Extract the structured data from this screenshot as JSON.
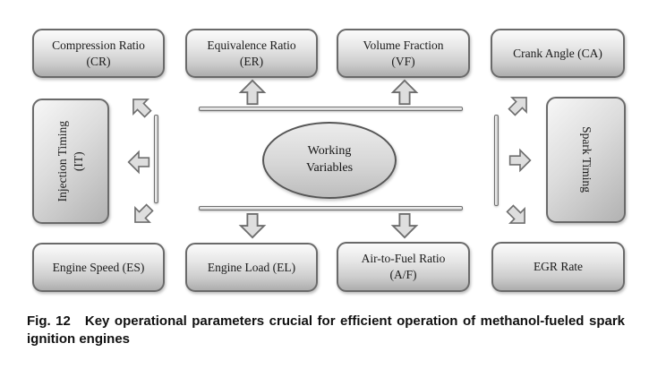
{
  "center": {
    "line1": "Working",
    "line2": "Variables"
  },
  "boxes": {
    "compression_ratio": {
      "line1": "Compression Ratio",
      "line2": "(CR)"
    },
    "equivalence_ratio": {
      "line1": "Equivalence Ratio",
      "line2": "(ER)"
    },
    "volume_fraction": {
      "line1": "Volume Fraction",
      "line2": "(VF)"
    },
    "crank_angle": {
      "line1": "Crank Angle (CA)"
    },
    "injection_timing": {
      "line1": "Injection Timing",
      "line2": "(IT)"
    },
    "spark_timing": {
      "line1": "Spark Timing"
    },
    "engine_speed": {
      "line1": "Engine Speed (ES)"
    },
    "engine_load": {
      "line1": "Engine Load (EL)"
    },
    "air_to_fuel": {
      "line1": "Air-to-Fuel Ratio",
      "line2": "(A/F)"
    },
    "egr_rate": {
      "line1": "EGR Rate"
    }
  },
  "caption": {
    "label": "Fig. 12",
    "line1": "Key operational parameters crucial for efficient operation of methanol-fueled spark",
    "line2": "ignition engines"
  },
  "colors": {
    "box_border": "#6a6a6a",
    "box_fill_top": "#fbfbfb",
    "box_fill_bottom": "#adadad",
    "arrow_fill": "#dedede",
    "arrow_stroke": "#6e6e6e",
    "text": "#1b1b1b",
    "background": "#ffffff"
  }
}
